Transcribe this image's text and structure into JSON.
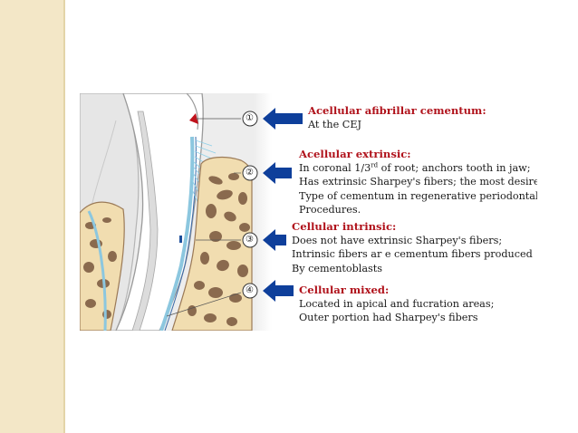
{
  "colors": {
    "left_band": "#f3e7c7",
    "title_red": "#b0121b",
    "arrow_blue": "#0e3f9b",
    "bone_fill": "#f1ddb0",
    "bone_marrow": "#8a6a4e",
    "root_cementum": "#8cc7df"
  },
  "callouts": [
    {
      "number": "①",
      "title": "Acellular afibrillar cementum:",
      "lines": [
        "At the CEJ"
      ]
    },
    {
      "number": "②",
      "title": "Acellular extrinsic:",
      "line1_pre": "In coronal 1/3",
      "line1_sup": "rd",
      "line1_post": " of root; anchors tooth in jaw;",
      "lines": [
        "Has extrinsic Sharpey's fibers; the most desired",
        "Type of cementum in regenerative periodontal",
        "Procedures."
      ]
    },
    {
      "number": "③",
      "title": "Cellular intrinsic:",
      "lines": [
        "Does not have extrinsic Sharpey's fibers;",
        "Intrinsic fibers ar e cementum fibers produced",
        "By cementoblasts"
      ]
    },
    {
      "number": "④",
      "title": "Cellular mixed:",
      "lines": [
        "Located in apical and fucration areas;",
        "Outer portion had Sharpey's fibers"
      ]
    }
  ]
}
